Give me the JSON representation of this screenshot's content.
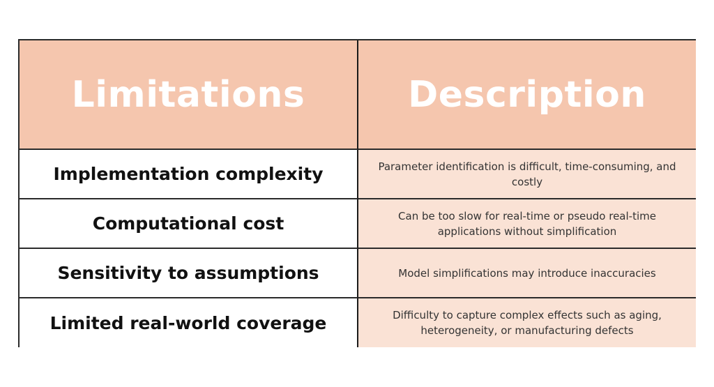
{
  "table": {
    "headers": {
      "limitations": "Limitations",
      "description": "Description"
    },
    "rows": [
      {
        "limitation": "Implementation complexity",
        "description": "Parameter identification is difficult, time-consuming, and costly"
      },
      {
        "limitation": "Computational cost",
        "description": "Can be too slow for real-time or pseudo real-time applications without simplification"
      },
      {
        "limitation": "Sensitivity to assumptions",
        "description": "Model simplifications may introduce inaccuracies"
      },
      {
        "limitation": "Limited real-world coverage",
        "description": "Difficulty to capture complex effects such as aging, heterogeneity, or manufacturing defects"
      }
    ]
  },
  "colors": {
    "header_bg": "#F5C6AE",
    "header_text": "#FFFFFF",
    "description_bg": "#FAE2D5",
    "limitation_bg": "#FFFFFF",
    "border": "#2A2A2A"
  }
}
